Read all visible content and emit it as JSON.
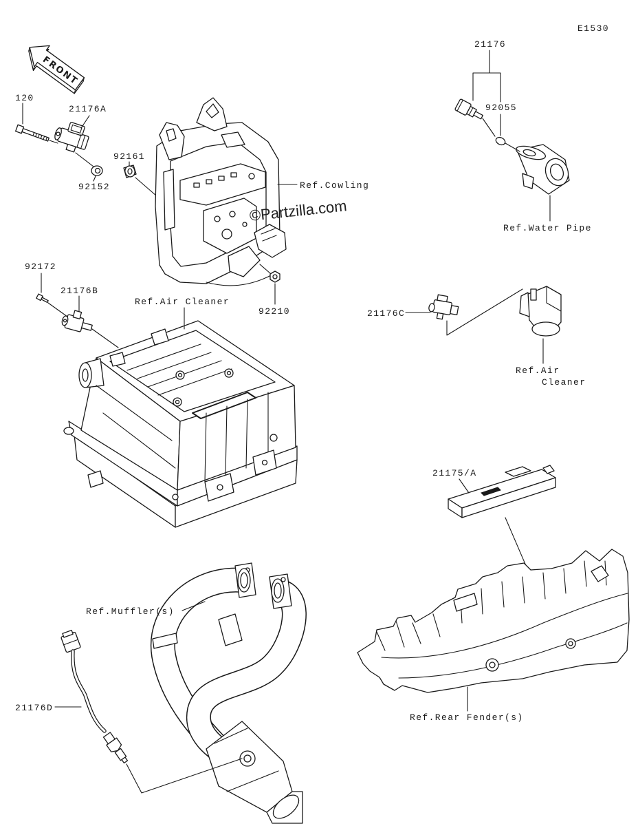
{
  "diagram_id": "E1530",
  "front_arrow_label": "FRONT",
  "watermark": "©Partzilla.com",
  "callouts": {
    "bolt": "120",
    "sensor_a": "21176A",
    "grommet": "92161",
    "washer": "92152",
    "screw": "92172",
    "sensor_b": "21176B",
    "nut": "92210",
    "sensor": "21176",
    "o_ring": "92055",
    "sensor_c": "21176C",
    "ecu": "21175/A",
    "sensor_d": "21176D"
  },
  "references": {
    "cowling": "Ref.Cowling",
    "water_pipe": "Ref.Water Pipe",
    "air_cleaner": "Ref.Air Cleaner",
    "air_cleaner_alt_line1": "Ref.Air",
    "air_cleaner_alt_line2": "Cleaner",
    "mufflers": "Ref.Muffler(s)",
    "rear_fender": "Ref.Rear Fender(s)"
  }
}
